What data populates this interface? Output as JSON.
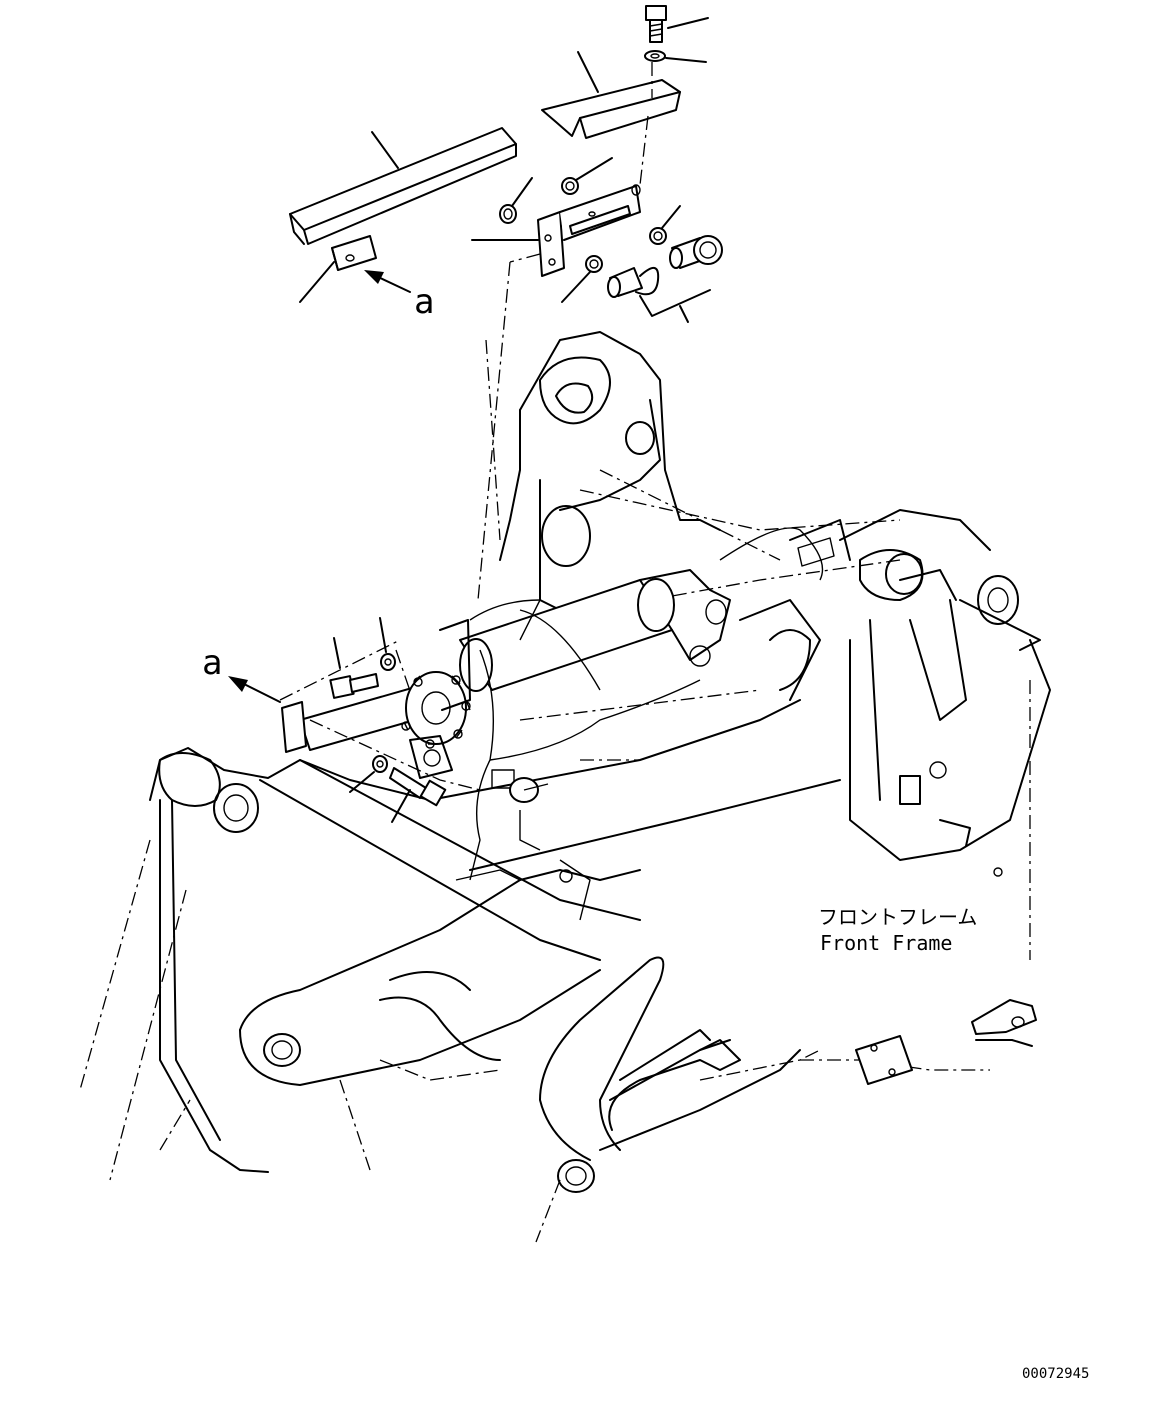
{
  "labels": {
    "view_marker_top": "a",
    "view_marker_mid": "a",
    "frame_jp": "フロントフレーム",
    "frame_en": "Front Frame",
    "drawing_number": "00072945"
  }
}
